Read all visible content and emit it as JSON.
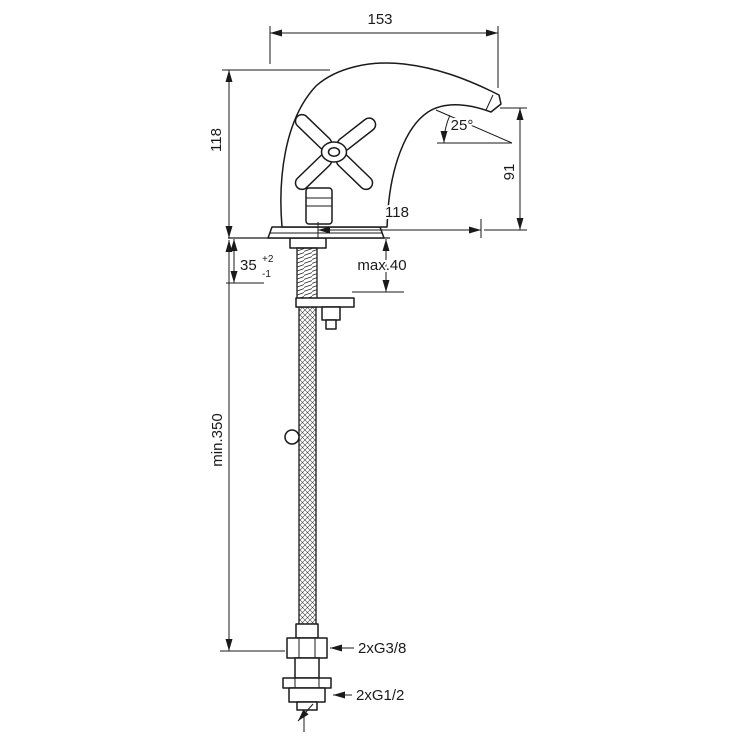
{
  "drawing": {
    "labels": {
      "overall_length": "153",
      "body_height": "118",
      "spout_angle": "25°",
      "outlet_height": "91",
      "spout_reach": "118",
      "deck_thickness": "35",
      "deck_tol_plus": "+2",
      "deck_tol_minus": "-1",
      "deck_max": "max.40",
      "hose_min_length": "min.350",
      "hose_thread": "2xG3/8",
      "inlet_thread": "2xG1/2"
    },
    "colors": {
      "line": "#1a1a1a",
      "background": "#ffffff"
    }
  }
}
